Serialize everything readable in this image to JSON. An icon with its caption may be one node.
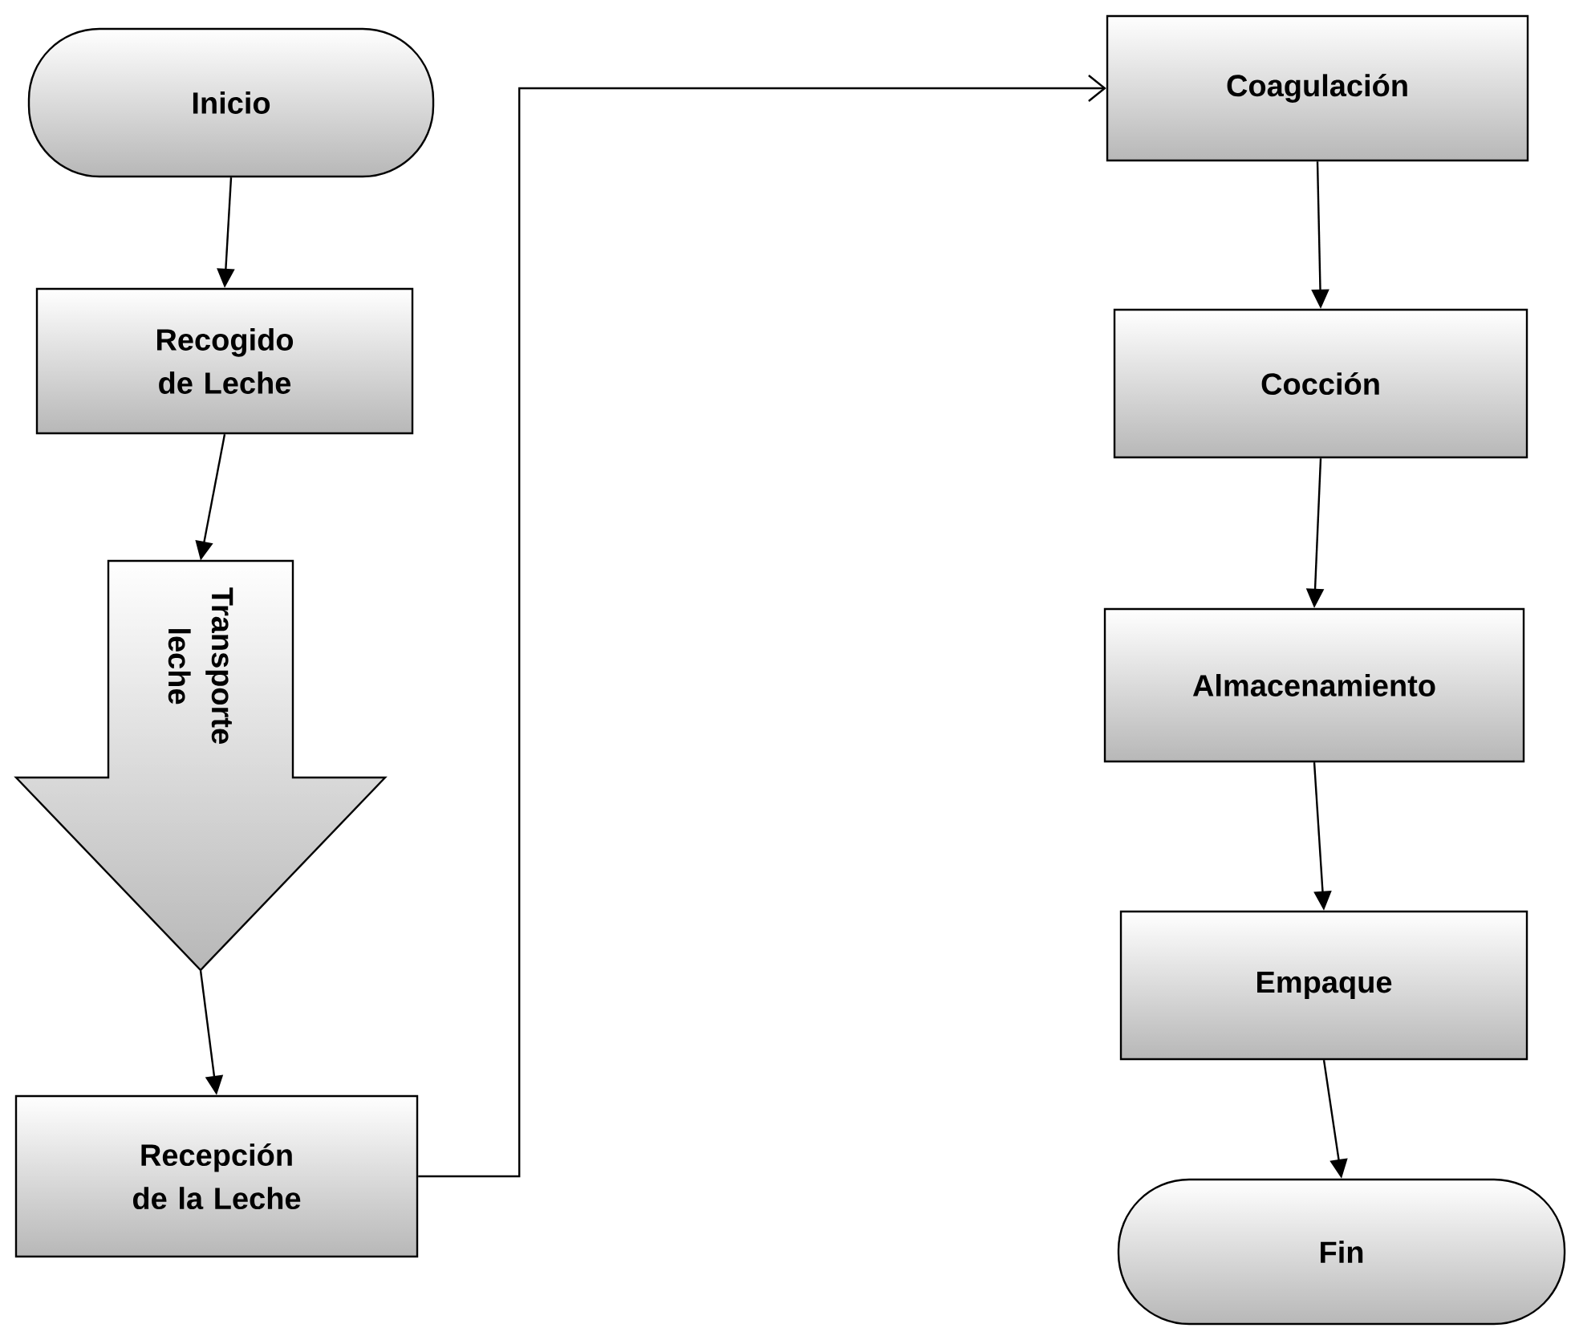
{
  "diagram": {
    "nodes": [
      {
        "text": [
          "Inicio"
        ]
      },
      {
        "text": [
          "Recogido de Leche"
        ]
      },
      {
        "text": [
          "Transporte leche"
        ]
      },
      {
        "text": [
          "Recepción de la Leche"
        ]
      },
      {
        "text": [
          "Coagulación"
        ]
      },
      {
        "text": [
          "Cocción"
        ]
      },
      {
        "text": [
          "Almacenamiento"
        ]
      },
      {
        "text": [
          "Empaque"
        ]
      },
      {
        "text": [
          "Fin"
        ]
      }
    ],
    "edges": [
      {
        "from": 0,
        "to": 1,
        "arrow": "to"
      },
      {
        "from": 1,
        "to": 2,
        "arrow": "to"
      },
      {
        "from": 2,
        "to": 3,
        "arrow": "to"
      },
      {
        "from": 3,
        "to": 4,
        "arrow": "to"
      },
      {
        "from": 4,
        "to": 5,
        "arrow": "to"
      },
      {
        "from": 5,
        "to": 6,
        "arrow": "to"
      },
      {
        "from": 6,
        "to": 7,
        "arrow": "to"
      },
      {
        "from": 7,
        "to": 8,
        "arrow": "to"
      }
    ]
  }
}
